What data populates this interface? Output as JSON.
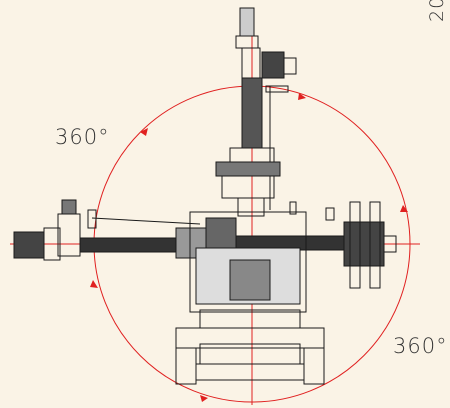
{
  "labels": {
    "left_rotation": "360°",
    "right_rotation": "360°",
    "corner_fragment": "20"
  },
  "colors": {
    "background": "#faf3e6",
    "rotation_circle": "#e02020",
    "line_art": "#1a1a1a"
  }
}
